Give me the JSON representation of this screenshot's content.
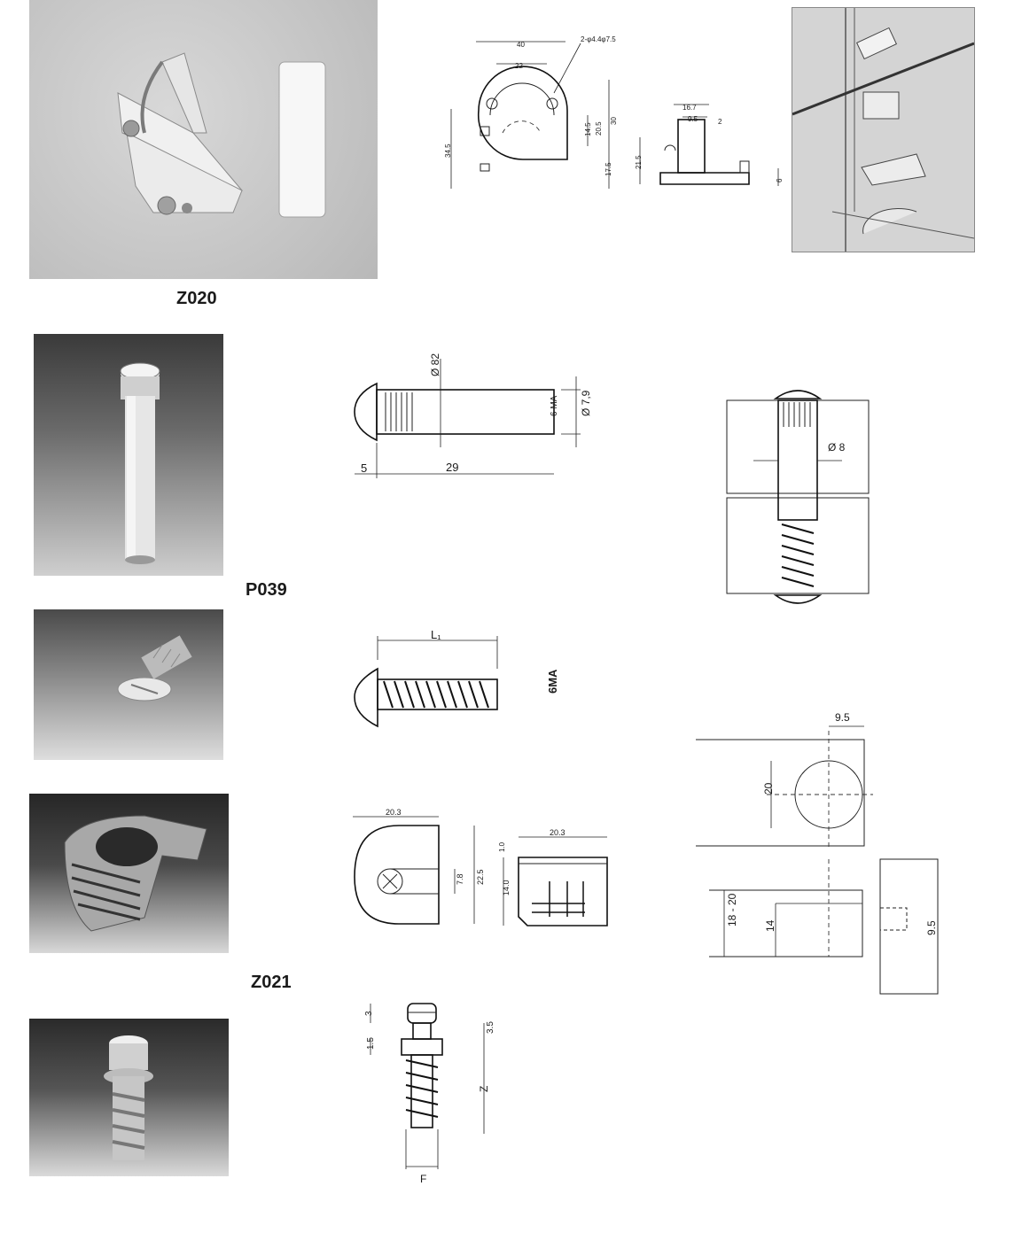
{
  "products": [
    {
      "code": "Z020"
    },
    {
      "code": "P039"
    },
    {
      "code": "Z021"
    }
  ],
  "drawings": {
    "z020_plan": {
      "d40": "40",
      "d22": "22",
      "holes": "2-φ4.4φ7.5",
      "d345": "34.5",
      "d145": "14.5",
      "d205": "20.5",
      "d30": "30",
      "d175": "17.5"
    },
    "z020_side": {
      "d167": "16.7",
      "d95": "9.5",
      "d2": "2",
      "d215": "21.5",
      "d6": "6"
    },
    "p039_sleeve": {
      "dia82": "Ø 82",
      "ma6": "6 MA",
      "dia79": "Ø 7,9",
      "len5": "5",
      "len29": "29"
    },
    "p039_section": {
      "dia8": "Ø 8"
    },
    "screw": {
      "l1": "L₁",
      "ma6": "6MA"
    },
    "z021_top": {
      "w203": "20.3",
      "h78": "7.8",
      "h225": "22.5"
    },
    "z021_side": {
      "w203": "20.3",
      "h10": "1.0",
      "h140": "14.0"
    },
    "z021_install_top": {
      "d95": "9.5",
      "d20": "20"
    },
    "z021_install_side": {
      "d1820": "18 - 20",
      "d14": "14",
      "d95": "9.5"
    },
    "stud": {
      "d3": "3",
      "d15": "1.5",
      "d35": "3.5",
      "dz": "Z",
      "df": "F"
    }
  }
}
